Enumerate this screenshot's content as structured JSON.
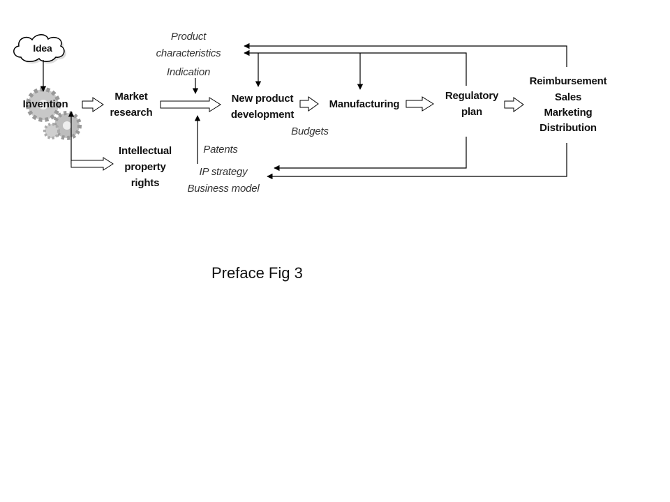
{
  "nodes": {
    "idea": "Idea",
    "invention": "Invention",
    "market_research": [
      "Market",
      "research"
    ],
    "ip_rights": [
      "Intellectual",
      "property",
      "rights"
    ],
    "new_product": [
      "New product",
      "development"
    ],
    "manufacturing": "Manufacturing",
    "regulatory": [
      "Regulatory",
      "plan"
    ],
    "commercial": [
      "Reimbursement",
      "Sales",
      "Marketing",
      "Distribution"
    ]
  },
  "annotations": {
    "product": [
      "Product",
      "characteristics"
    ],
    "indication": "Indication",
    "budgets": "Budgets",
    "patents": "Patents",
    "ip_strategy": "IP strategy",
    "business_model": "Business model"
  },
  "caption": "Preface Fig 3",
  "icons": [
    "cloud-icon",
    "gears-icon"
  ]
}
